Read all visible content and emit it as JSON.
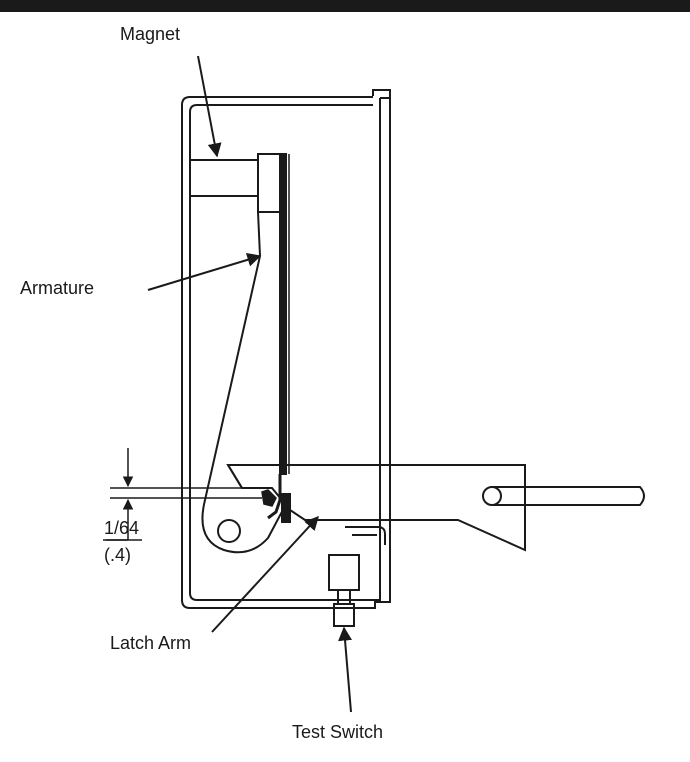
{
  "labels": {
    "magnet": "Magnet",
    "armature": "Armature",
    "latch_arm": "Latch Arm",
    "test_switch": "Test Switch",
    "gap_fraction": "1/64",
    "gap_metric": "(.4)"
  },
  "colors": {
    "ink": "#1a1a1a",
    "paper": "#ffffff"
  }
}
